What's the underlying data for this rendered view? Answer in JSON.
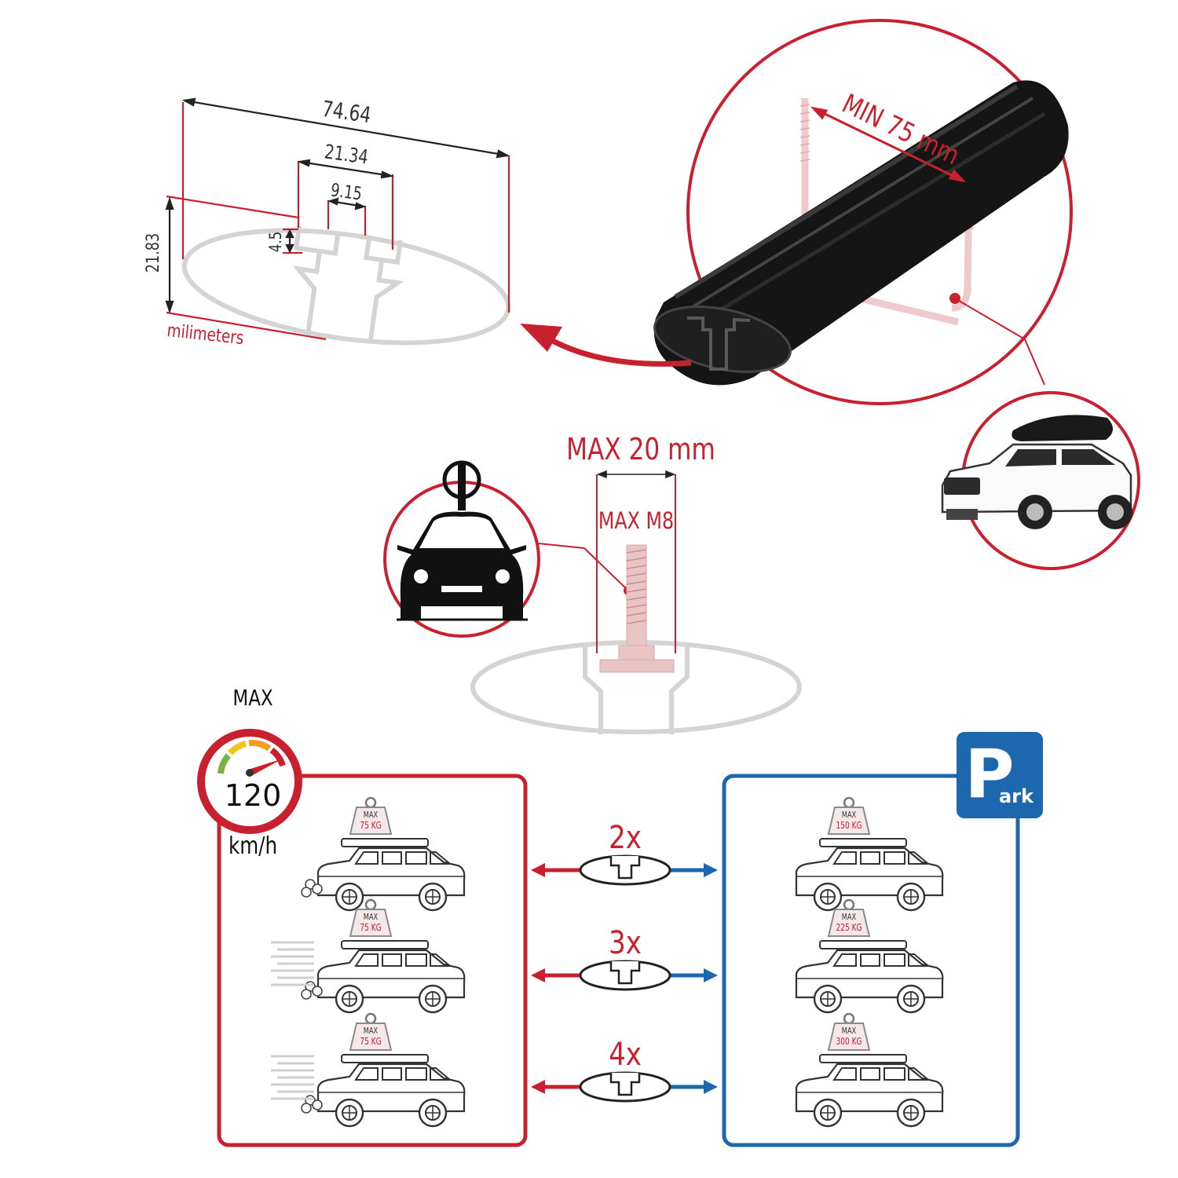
{
  "profile": {
    "width": "74.64",
    "top_width": "21.34",
    "slot_width": "9.15",
    "slot_depth": "4.5",
    "height": "21.83",
    "unit": "milimeters"
  },
  "clamp": {
    "min_label": "MIN 75 mm"
  },
  "bolt": {
    "max_width": "MAX 20 mm",
    "max_thread": "MAX M8"
  },
  "speed": {
    "max_label": "MAX",
    "value": "120",
    "unit": "km/h"
  },
  "park": {
    "letter": "P",
    "suffix": "ark"
  },
  "moving_loads": [
    "75 KG",
    "75 KG",
    "75 KG"
  ],
  "parked_loads": [
    "150 KG",
    "225 KG",
    "300 KG"
  ],
  "load_max_label": "MAX",
  "bar_counts": [
    "2x",
    "3x",
    "4x"
  ],
  "colors": {
    "accent_red": "#c8202f",
    "accent_blue": "#1c67ad",
    "profile_gray": "#d4d4d4",
    "bar_black": "#151515"
  }
}
